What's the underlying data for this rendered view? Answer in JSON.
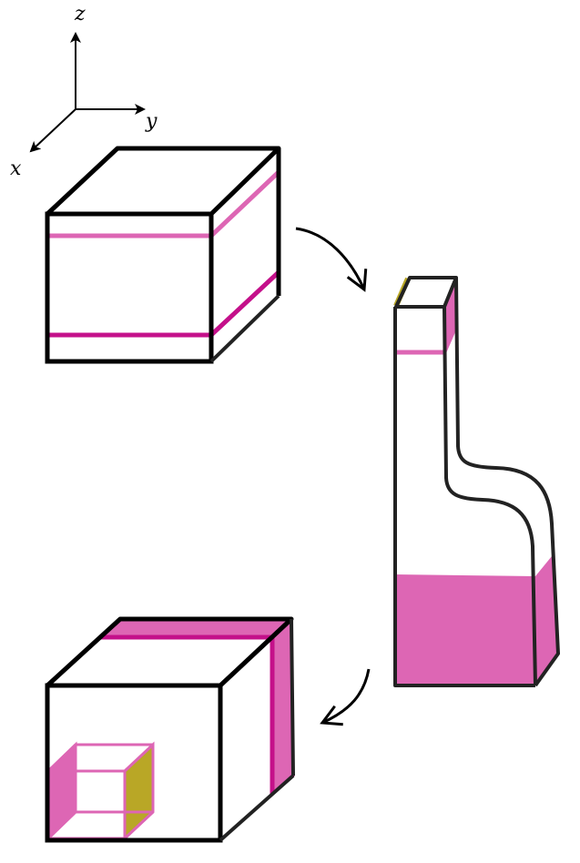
{
  "axes": {
    "z_label": "z",
    "y_label": "y",
    "x_label": "x"
  },
  "colors": {
    "outline": "#000000",
    "dark_outline": "#222222",
    "light_magenta": "#dd66b4",
    "magenta": "#c4108a",
    "dark_magenta": "#8a0b60",
    "olive": "#b9a726"
  }
}
